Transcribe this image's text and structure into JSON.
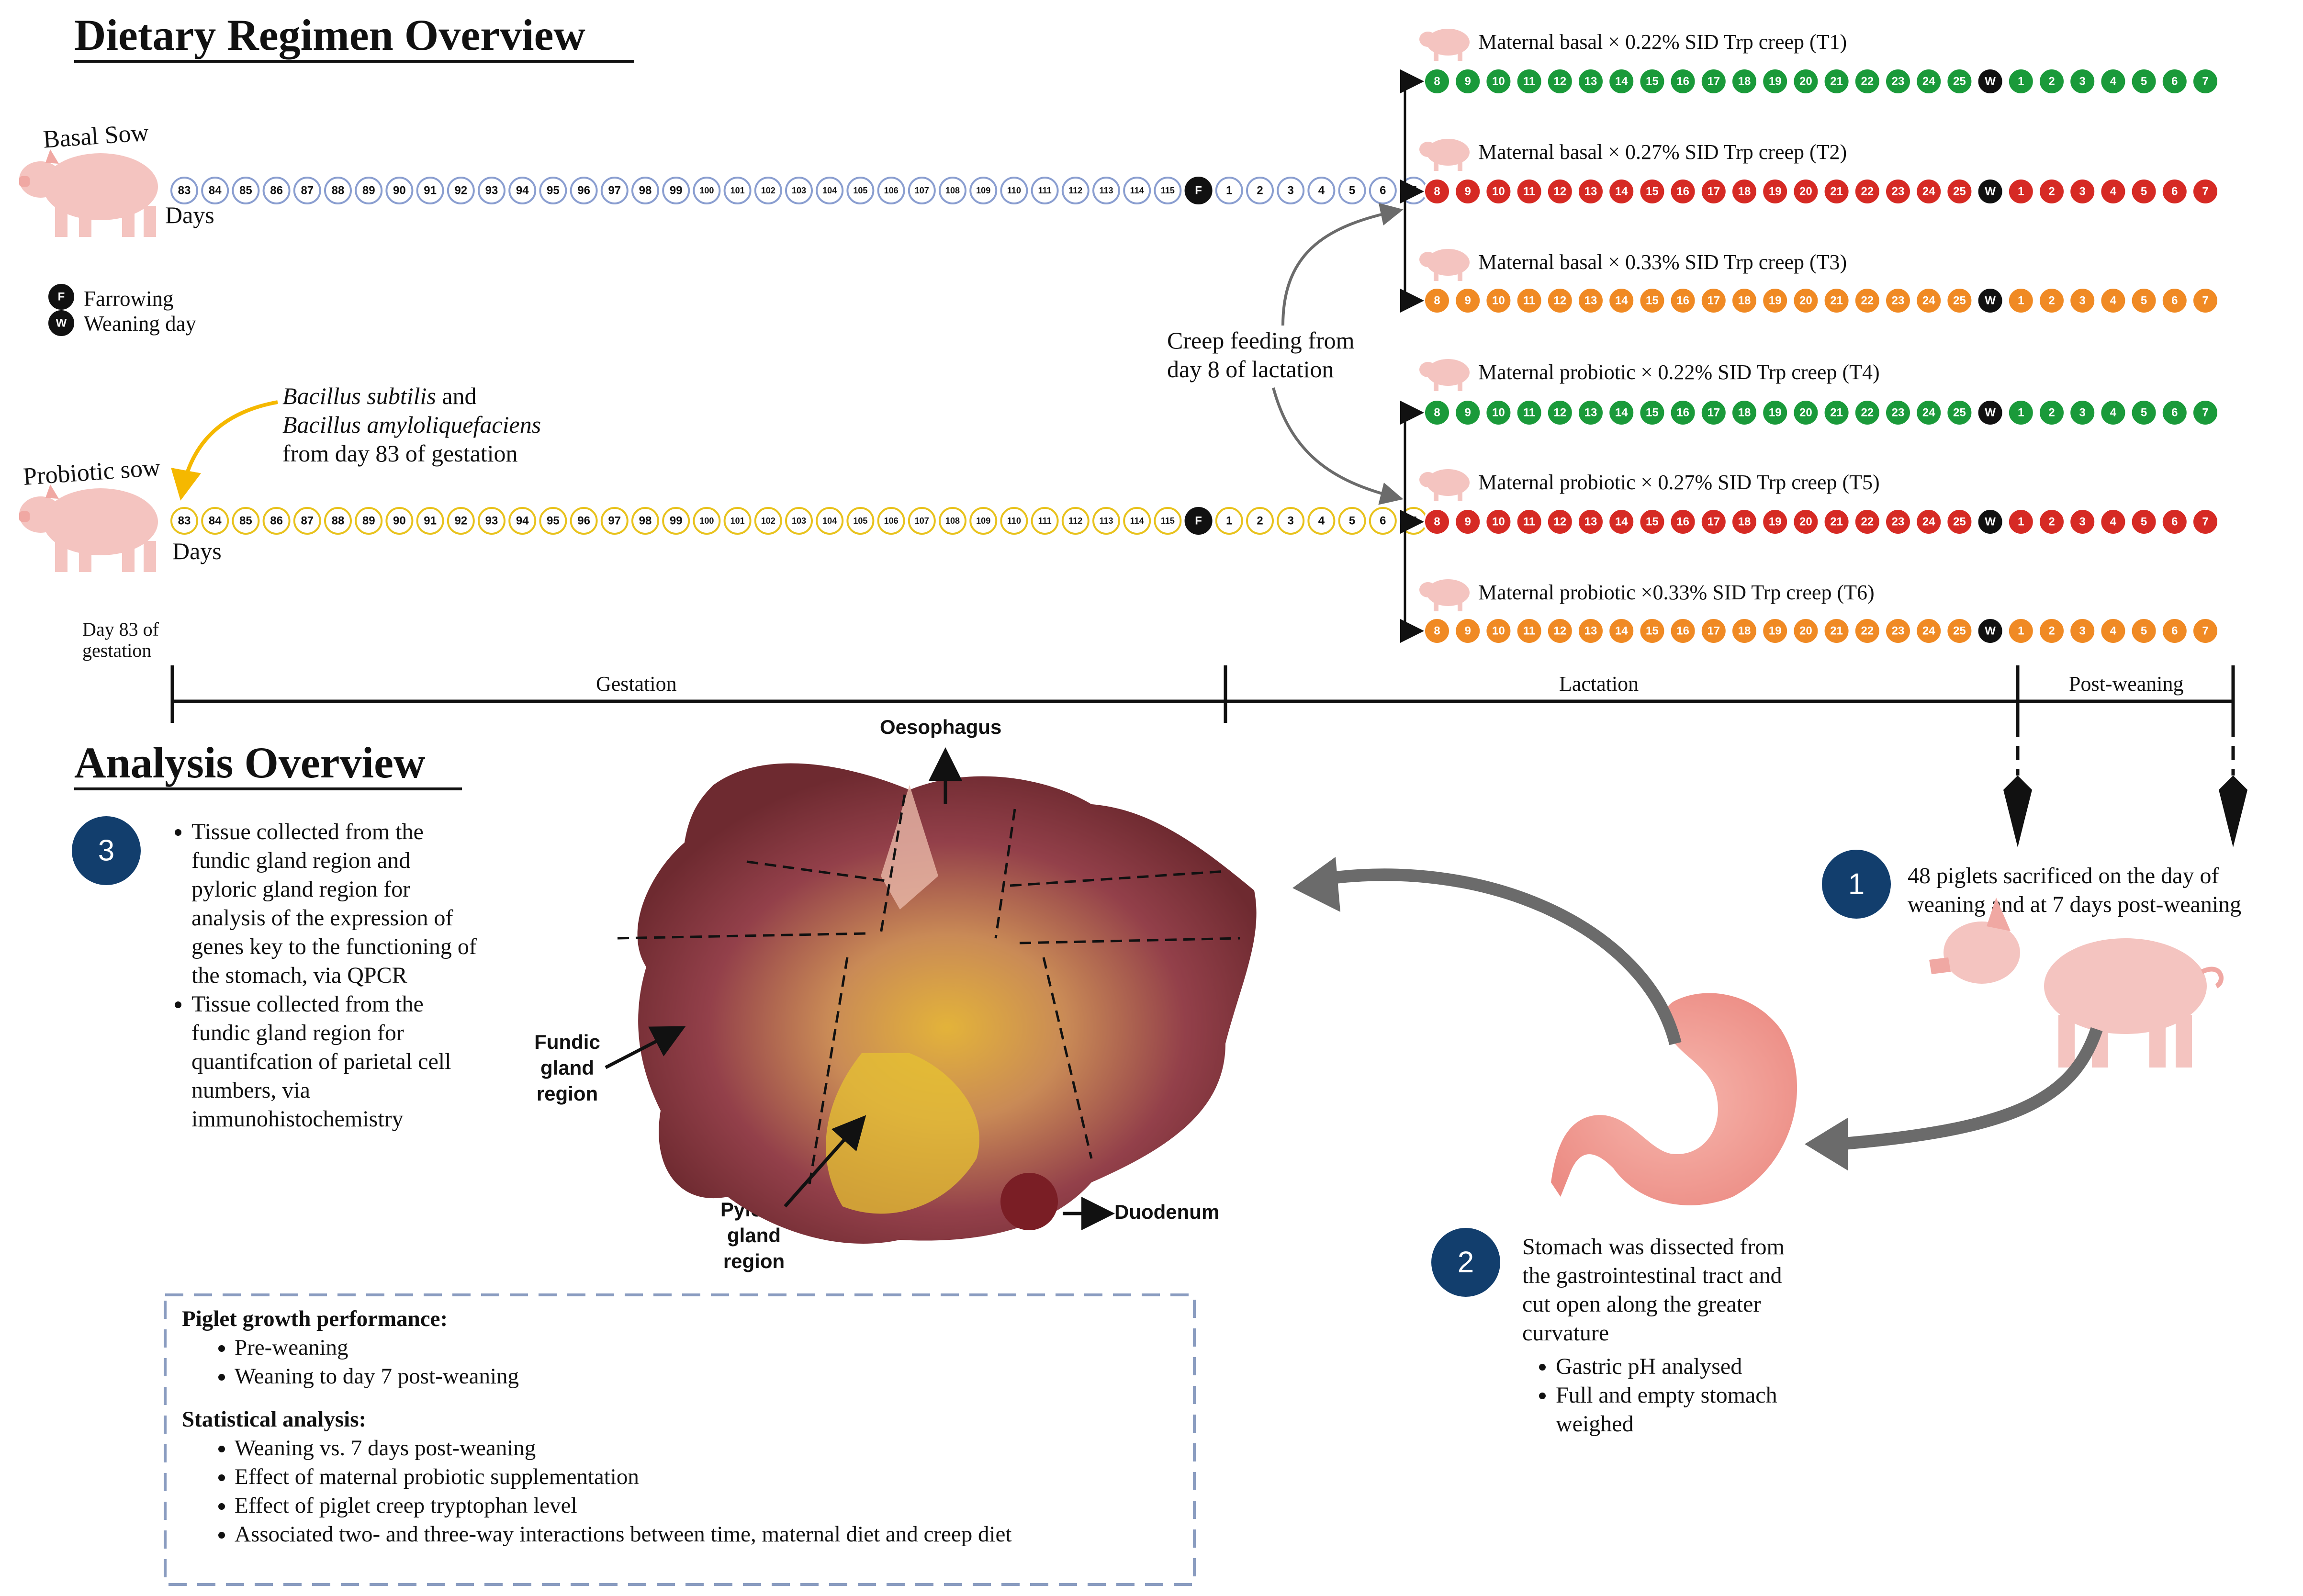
{
  "regimen": {
    "heading": "Dietary Regimen Overview",
    "basal_sow_label": "Basal Sow",
    "probiotic_sow_label": "Probiotic sow",
    "days_label": "Days",
    "gestation_days": [
      "83",
      "84",
      "85",
      "86",
      "87",
      "88",
      "89",
      "90",
      "91",
      "92",
      "93",
      "94",
      "95",
      "96",
      "97",
      "98",
      "99",
      "100",
      "101",
      "102",
      "103",
      "104",
      "105",
      "106",
      "107",
      "108",
      "109",
      "110",
      "111",
      "112",
      "113",
      "114",
      "115"
    ],
    "farrowing_marker": "F",
    "weaning_marker": "W",
    "early_lactation_days": [
      "1",
      "2",
      "3",
      "4",
      "5",
      "6",
      "7"
    ],
    "lactation_days": [
      "8",
      "9",
      "10",
      "11",
      "12",
      "13",
      "14",
      "15",
      "16",
      "17",
      "18",
      "19",
      "20",
      "21",
      "22",
      "23",
      "24",
      "25"
    ],
    "post_weaning_days": [
      "1",
      "2",
      "3",
      "4",
      "5",
      "6",
      "7"
    ],
    "legend": [
      {
        "marker": "F",
        "label": "Farrowing"
      },
      {
        "marker": "W",
        "label": "Weaning day"
      }
    ],
    "probiotic_note": {
      "line1_italic": "Bacillus subtilis",
      "line1_rest": " and",
      "line2_italic": "Bacillus amyloliquefaciens",
      "line3": "from day 83 of gestation"
    },
    "creep_note": [
      "Creep feeding from",
      "day 8 of lactation"
    ],
    "treatments": [
      {
        "label": "Maternal basal × 0.22% SID Trp creep (T1)",
        "color": "#1a9a3a"
      },
      {
        "label": "Maternal basal × 0.27% SID Trp creep (T2)",
        "color": "#d62a24"
      },
      {
        "label": "Maternal basal × 0.33% SID Trp creep (T3)",
        "color": "#f08a24"
      },
      {
        "label": "Maternal probiotic × 0.22% SID Trp creep (T4)",
        "color": "#1a9a3a"
      },
      {
        "label": "Maternal probiotic × 0.27% SID Trp creep (T5)",
        "color": "#d62a24"
      },
      {
        "label": "Maternal probiotic ×0.33% SID Trp creep (T6)",
        "color": "#f08a24"
      }
    ],
    "timeline": {
      "start_label": [
        "Day 83 of",
        "gestation"
      ],
      "phases": [
        "Gestation",
        "Lactation",
        "Post-weaning"
      ]
    }
  },
  "analysis": {
    "heading": "Analysis Overview",
    "step1": {
      "number": "1",
      "lines": [
        "48 piglets sacrificed on the day of",
        "weaning and at 7 days post-weaning"
      ]
    },
    "step2": {
      "number": "2",
      "lines": [
        "Stomach was dissected from",
        "the gastrointestinal tract and",
        "cut open along the greater",
        "curvature"
      ],
      "bullets": [
        [
          "Gastric pH analysed"
        ],
        [
          "Full and empty stomach",
          "weighed"
        ]
      ]
    },
    "step3": {
      "number": "3",
      "bullets": [
        [
          "Tissue collected from the",
          "fundic gland region and",
          "pyloric gland region for",
          "analysis of the expression of",
          "genes key to the functioning of",
          "the stomach, via QPCR"
        ],
        [
          "Tissue collected from the",
          "fundic gland region for",
          "quantifcation of parietal cell",
          "numbers, via",
          "immunohistochemistry"
        ]
      ]
    },
    "stomach_labels": {
      "oesophagus": "Oesophagus",
      "fundic": [
        "Fundic",
        "gland",
        "region"
      ],
      "pyloric": [
        "Pyloric",
        "gland",
        "region"
      ],
      "duodenum": "Duodenum"
    },
    "box": {
      "growth_heading": "Piglet growth performance:",
      "growth_items": [
        "Pre-weaning",
        "Weaning to day 7 post-weaning"
      ],
      "stats_heading": "Statistical analysis:",
      "stats_items": [
        "Weaning vs. 7 days post-weaning",
        "Effect of maternal probiotic supplementation",
        "Effect of piglet creep tryptophan level",
        "Associated two- and three-way interactions between time, maternal diet and creep diet"
      ]
    }
  },
  "colors": {
    "blue_ring": "#8a9ed0",
    "yellow_ring": "#e8c21c",
    "step_circle": "#123e6d",
    "arrow_grey": "#6b6b6b",
    "pig_pink": "#f4c4c0",
    "box_border": "#8a9cc0",
    "yellow_arrow": "#f5b800"
  }
}
